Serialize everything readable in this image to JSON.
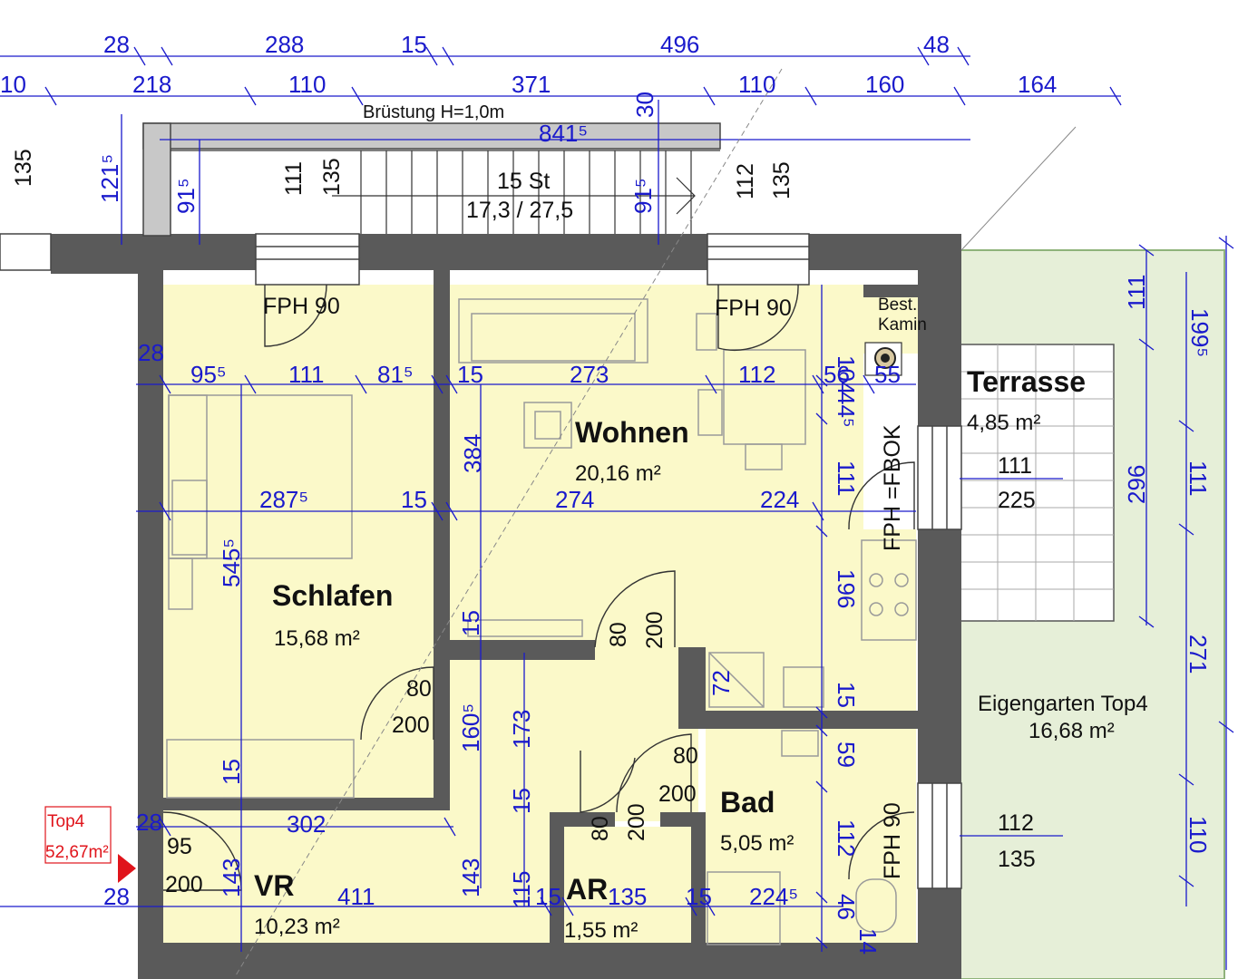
{
  "colors": {
    "wall": "#5a5a5a",
    "room_fill": "#fbf9c9",
    "garden_fill": "#e6efd8",
    "dimension": "#1a1acc",
    "marker": "#e0141b"
  },
  "stairs": {
    "balustrade_label": "Brüstung H=1,0m",
    "steps": "15 St",
    "ratio": "17,3 / 27,5"
  },
  "rooms": {
    "wohnen": {
      "name": "Wohnen",
      "area": "20,16 m²"
    },
    "schlafen": {
      "name": "Schlafen",
      "area": "15,68 m²"
    },
    "vr": {
      "name": "VR",
      "area": "10,23 m²"
    },
    "ar": {
      "name": "AR",
      "area": "1,55 m²"
    },
    "bad": {
      "name": "Bad",
      "area": "5,05 m²"
    },
    "terrasse": {
      "name": "Terrasse",
      "area": "4,85 m²"
    },
    "garten": {
      "name": "Eigengarten Top4",
      "area": "16,68 m²"
    }
  },
  "annotations": {
    "fph_left": "FPH 90",
    "fph_mid": "FPH 90",
    "fph_bad": "FPH 90",
    "fph_fbok": "FPH =FBOK",
    "kamin_1": "Best.",
    "kamin_2": "Kamin"
  },
  "unit_marker": {
    "name": "Top4",
    "area": "52,67m²"
  },
  "dimensions": {
    "top1": [
      "28",
      "288",
      "15",
      "496",
      "48"
    ],
    "top2": [
      "10",
      "218",
      "110",
      "371",
      "30",
      "110",
      "160",
      "164"
    ],
    "stair_width": "841⁵",
    "stair_left_135": "135",
    "stair_121": "121⁵",
    "stair_91_left": "91⁵",
    "stair_111_left": "111",
    "stair_135_left": "135",
    "stair_91_right": "91⁵",
    "stair_112_right": "112",
    "stair_135_right": "135",
    "row_28": "28",
    "row_95": "95⁵",
    "row_111": "111",
    "row_81": "81⁵",
    "row_15a": "15",
    "row_273": "273",
    "row_112": "112",
    "row_56": "56",
    "row_55": "55",
    "row_104": "104",
    "row_44": "44⁵",
    "row_287": "287⁵",
    "row_15b": "15",
    "row_274": "274",
    "row_224": "224",
    "row_111v": "111",
    "v_384": "384",
    "v_545": "545⁵",
    "v_196": "196",
    "v_15_wohnen": "15",
    "door_80_wohnen": "80",
    "door_200_wohnen": "200",
    "door_80_schlafen": "80",
    "door_200_schlafen": "200",
    "v_160": "160⁵",
    "v_173": "173",
    "v_72": "72",
    "v_15_kitchen": "15",
    "door_80_bad": "80",
    "door_200_bad": "200",
    "v_59": "59",
    "v_15_mid": "15",
    "door_80_ar": "80",
    "door_200_ar": "200",
    "v_112_bad": "112",
    "v_15_left": "15",
    "row_28_vr": "28",
    "row_302": "302",
    "door_95": "95",
    "door_200_vr": "200",
    "v_143_vr": "143",
    "v_143_mid": "143",
    "v_115": "115",
    "row_28_bottom": "28",
    "row_411": "411",
    "row_15_ar": "15",
    "row_135_ar": "135",
    "row_15_bad": "15",
    "row_224_bad": "224⁵",
    "v_46": "46",
    "v_14": "14",
    "win_111": "111",
    "win_225": "225",
    "win_112": "112",
    "win_135": "135",
    "v_296": "296",
    "v_111_top_right": "111",
    "v_111_mid_right": "111",
    "v_271": "271",
    "v_110": "110",
    "v_199": "199⁵"
  }
}
